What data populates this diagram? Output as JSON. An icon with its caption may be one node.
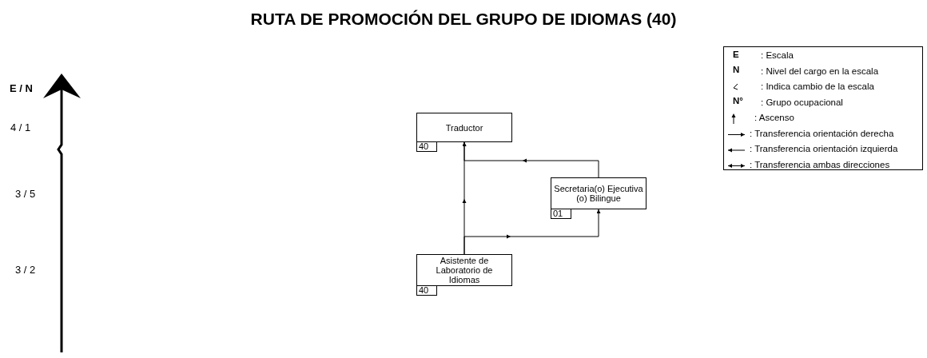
{
  "diagram": {
    "title": "RUTA DE PROMOCIÓN DEL GRUPO DE IDIOMAS (40)",
    "nodes": [
      {
        "text": [
          "Traductor"
        ]
      },
      {
        "text": [
          "40"
        ]
      },
      {
        "text": [
          "Secretaria(o) Ejecutiva (o) Bilingue"
        ]
      },
      {
        "text": [
          "01"
        ]
      },
      {
        "text": [
          "Asistente de Laboratorio de Idiomas"
        ]
      },
      {
        "text": [
          "40"
        ]
      }
    ],
    "edges": [
      {
        "from": 4,
        "to": 0,
        "arrow": "to"
      },
      {
        "from": 4,
        "to": 2,
        "arrow": "to"
      },
      {
        "from": 2,
        "to": 0,
        "arrow": "to"
      }
    ],
    "labels": [
      "E / N",
      "4 / 1",
      "3 / 5",
      "3 / 2",
      "E",
      "N",
      "N°"
    ],
    "legend": [
      {
        "text": ": Escala"
      },
      {
        "text": ": Nivel del cargo en la escala"
      },
      {
        "text": ": Indica cambio de la escala"
      },
      {
        "text": ": Grupo ocupacional"
      },
      {
        "text": ": Ascenso"
      },
      {
        "text": ": Transferencia orientación derecha"
      },
      {
        "text": ": Transferencia orientación izquierda"
      },
      {
        "text": ": Transferencia ambas direcciones"
      }
    ]
  }
}
